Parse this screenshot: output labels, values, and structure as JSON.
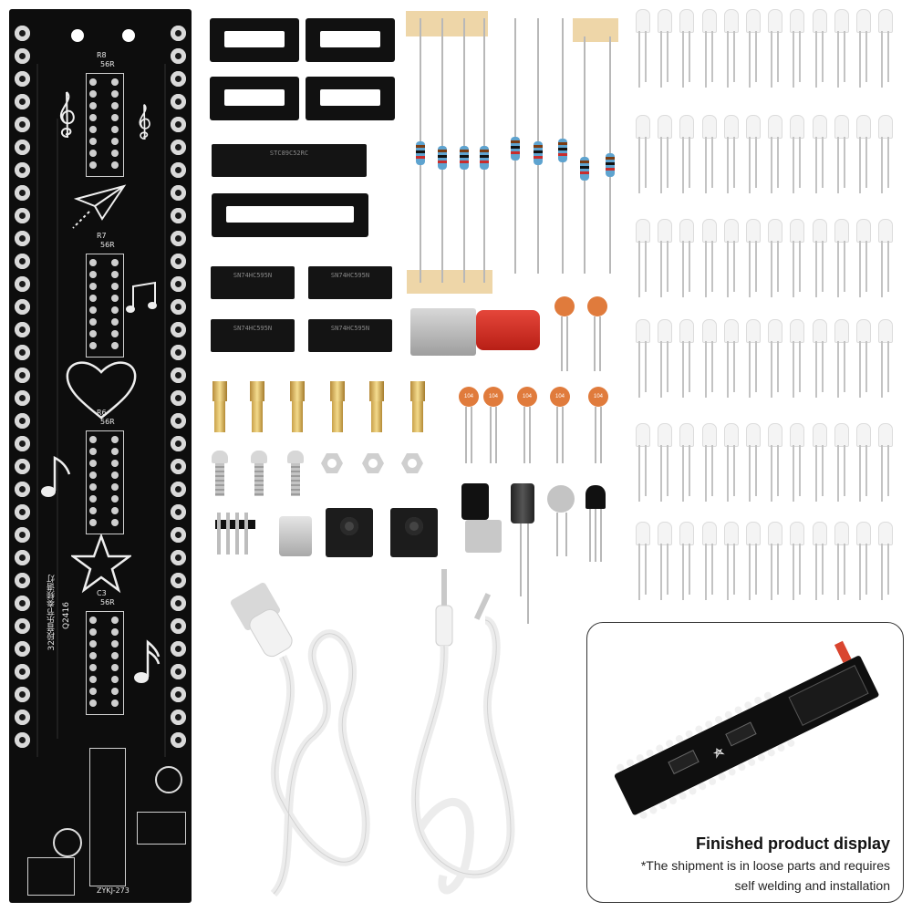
{
  "pcb": {
    "title_cn": "32段音乐节奏频谱灯",
    "version": "Q2416",
    "model": "ZYKJ-273",
    "ic_labels": [
      "56R",
      "56R",
      "56R",
      "56R"
    ],
    "ic_names": [
      "R8",
      "R7",
      "R6",
      "C3"
    ]
  },
  "parts": {
    "chip_top_text": "SN74HC595N",
    "chip_large_text": "STC89C52RC",
    "cap_value": "104"
  },
  "finished": {
    "title": "Finished product display",
    "note_line1": "*The shipment is in loose parts and requires",
    "note_line2": "self welding and installation"
  }
}
